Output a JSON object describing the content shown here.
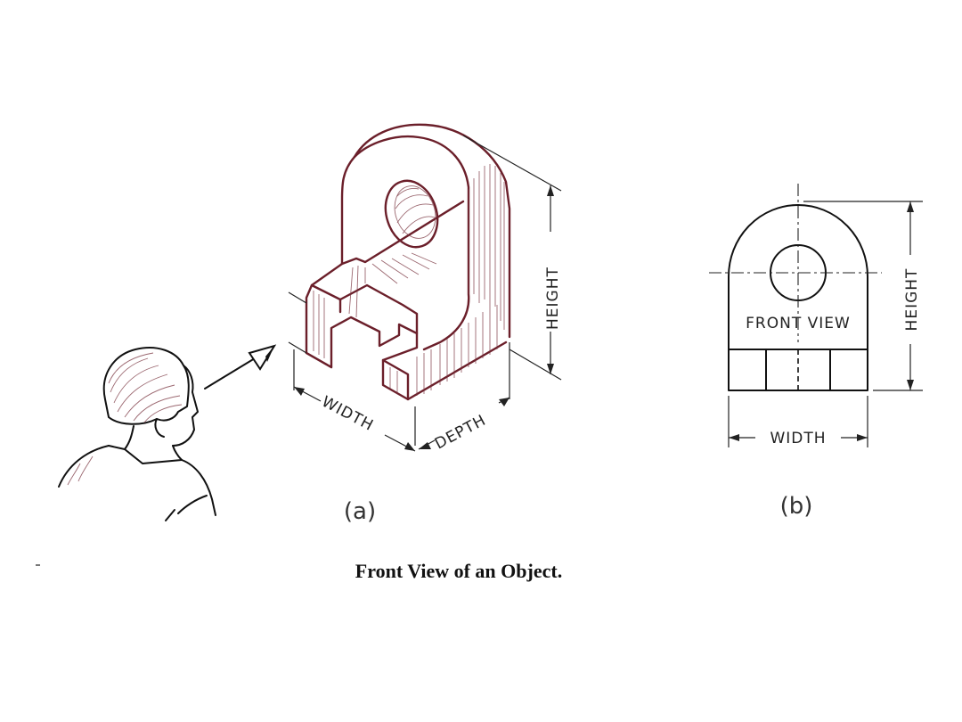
{
  "figure": {
    "caption": "Front View of an Object.",
    "panel_a": {
      "label": "(a)",
      "dimensions": {
        "width": "WIDTH",
        "depth": "DEPTH",
        "height": "HEIGHT"
      }
    },
    "panel_b": {
      "label": "(b)",
      "view_label": "FRONT VIEW",
      "dimensions": {
        "width": "WIDTH",
        "height": "HEIGHT"
      }
    }
  }
}
